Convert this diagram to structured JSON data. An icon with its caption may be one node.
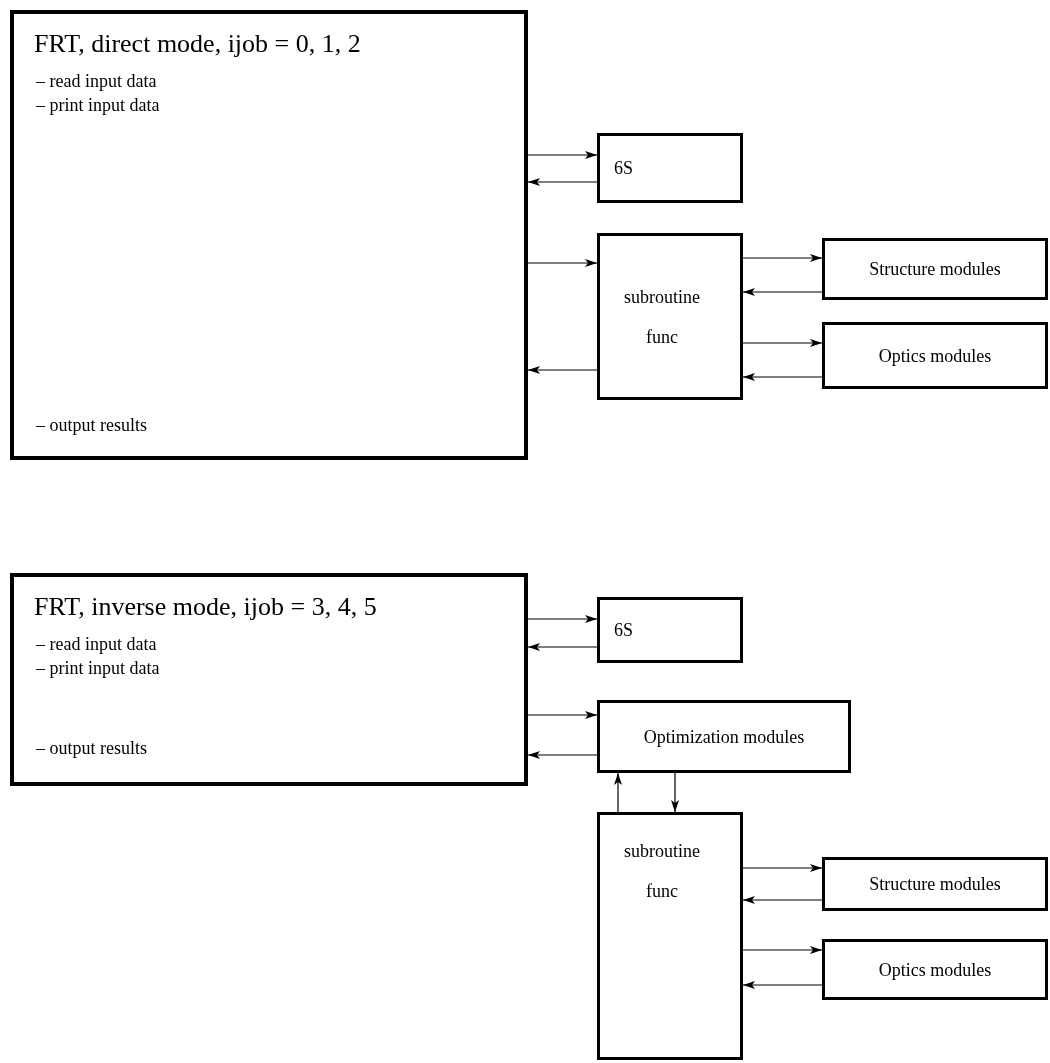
{
  "diagram": {
    "nodes": [
      {
        "text": [
          "FRT, direct mode, ijob = 0, 1, 2",
          "– read input data",
          "– print input data",
          "– output results"
        ]
      },
      {
        "text": [
          "6S"
        ]
      },
      {
        "text": [
          "subroutine func"
        ]
      },
      {
        "text": [
          "Structure modules"
        ]
      },
      {
        "text": [
          "Optics modules"
        ]
      },
      {
        "text": [
          "FRT, inverse mode, ijob = 3, 4, 5",
          "– read input data",
          "– print input data",
          "– output results"
        ]
      },
      {
        "text": [
          "6S"
        ]
      },
      {
        "text": [
          "Optimization modules"
        ]
      },
      {
        "text": [
          "subroutine func"
        ]
      },
      {
        "text": [
          "Structure modules"
        ]
      },
      {
        "text": [
          "Optics modules"
        ]
      }
    ],
    "edges": [
      {
        "from": 0,
        "to": 1,
        "arrow": "to"
      },
      {
        "from": 1,
        "to": 0,
        "arrow": "to"
      },
      {
        "from": 0,
        "to": 2,
        "arrow": "to"
      },
      {
        "from": 2,
        "to": 0,
        "arrow": "to"
      },
      {
        "from": 2,
        "to": 3,
        "arrow": "to"
      },
      {
        "from": 3,
        "to": 2,
        "arrow": "to"
      },
      {
        "from": 2,
        "to": 4,
        "arrow": "to"
      },
      {
        "from": 4,
        "to": 2,
        "arrow": "to"
      },
      {
        "from": 5,
        "to": 6,
        "arrow": "to"
      },
      {
        "from": 6,
        "to": 5,
        "arrow": "to"
      },
      {
        "from": 5,
        "to": 7,
        "arrow": "to"
      },
      {
        "from": 7,
        "to": 5,
        "arrow": "to"
      },
      {
        "from": 8,
        "to": 7,
        "arrow": "to"
      },
      {
        "from": 7,
        "to": 8,
        "arrow": "to"
      },
      {
        "from": 8,
        "to": 9,
        "arrow": "to"
      },
      {
        "from": 9,
        "to": 8,
        "arrow": "to"
      },
      {
        "from": 8,
        "to": 10,
        "arrow": "to"
      },
      {
        "from": 10,
        "to": 8,
        "arrow": "to"
      }
    ]
  }
}
